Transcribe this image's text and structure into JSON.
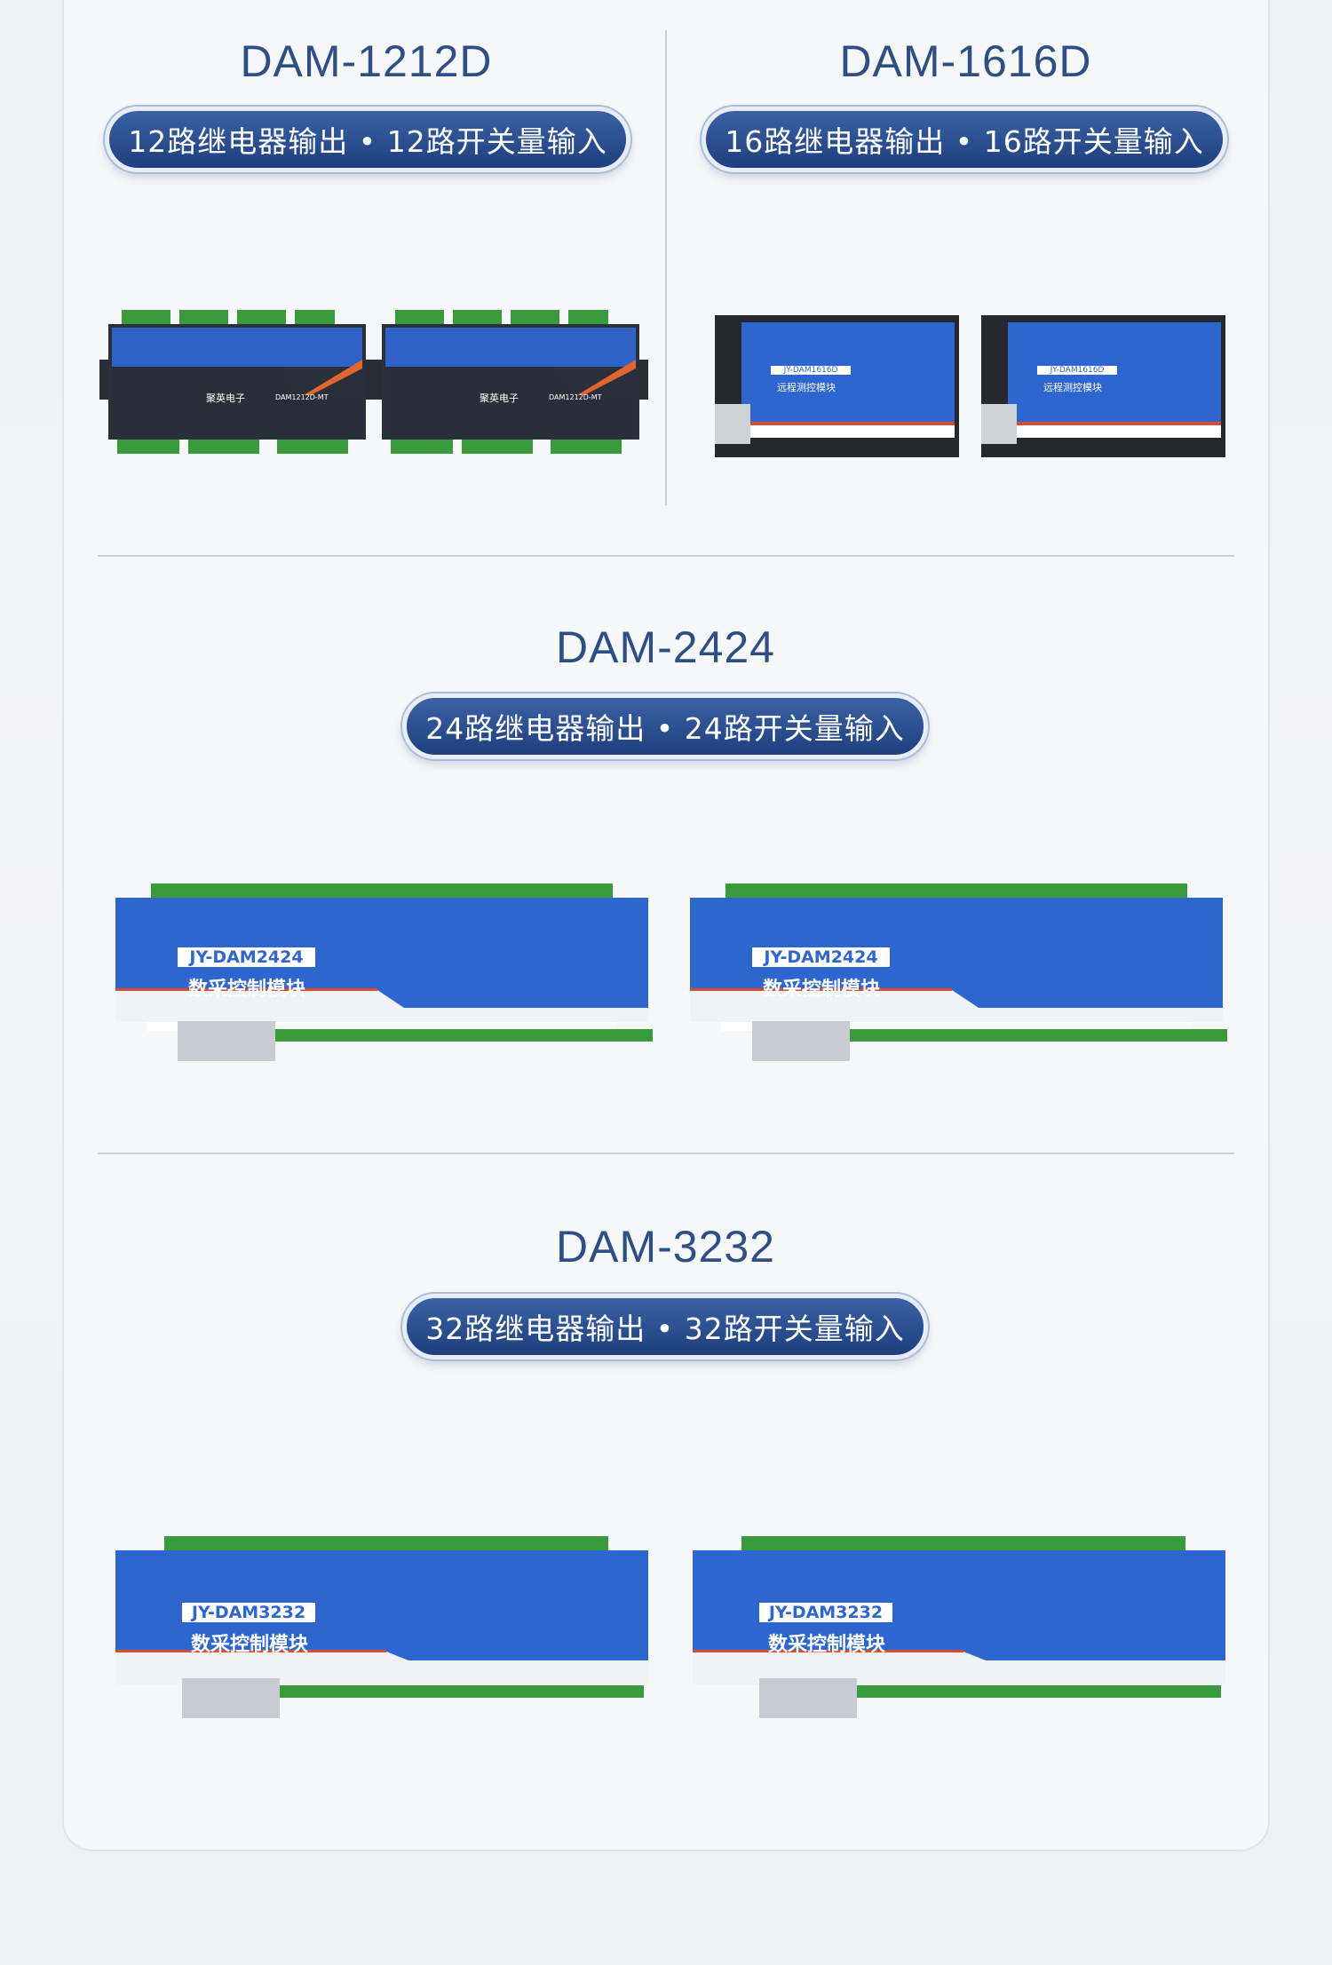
{
  "sections": [
    {
      "title": "DAM-1212D",
      "subtitle": "12路继电器输出 • 12路开关量输入",
      "model_label": "DAM1212D-MT",
      "brand": "聚英电子"
    },
    {
      "title": "DAM-1616D",
      "subtitle": "16路继电器输出 • 16路开关量输入",
      "model_label": "JY-DAM1616D",
      "product_name": "远程测控模块"
    },
    {
      "title": "DAM-2424",
      "subtitle": "24路继电器输出 • 24路开关量输入",
      "model_label": "JY-DAM2424",
      "product_name": "数采控制模块"
    },
    {
      "title": "DAM-3232",
      "subtitle": "32路继电器输出 • 32路开关量输入",
      "model_label": "JY-DAM3232",
      "product_name": "数采控制模块"
    }
  ],
  "colors": {
    "title": "#2d4f86",
    "pill": "#2a4c8e",
    "device_blue": "#2c5fc9",
    "terminal_green": "#3b9a3b"
  }
}
